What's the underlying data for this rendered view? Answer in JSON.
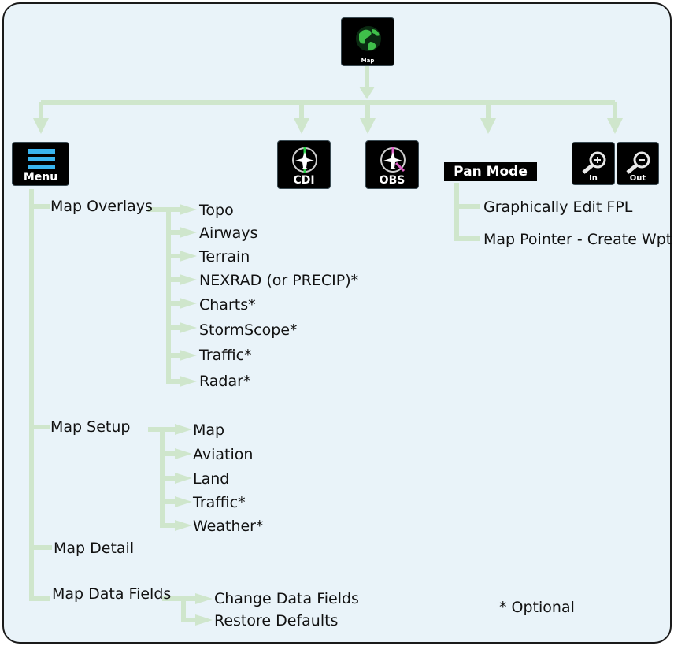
{
  "root": {
    "label": "Map"
  },
  "menu": {
    "label": "Menu"
  },
  "top_buttons": {
    "cdi": "CDI",
    "obs": "OBS",
    "pan_mode": "Pan Mode",
    "zoom_in": "In",
    "zoom_out": "Out"
  },
  "pan_items": [
    "Graphically Edit FPL",
    "Map Pointer - Create Wpt"
  ],
  "menu_items": {
    "map_overlays": "Map Overlays",
    "map_setup": "Map Setup",
    "map_detail": "Map Detail",
    "map_data_fields": "Map Data Fields"
  },
  "overlays": [
    "Topo",
    "Airways",
    "Terrain",
    "NEXRAD (or PRECIP)*",
    "Charts*",
    "StormScope*",
    "Traffic*",
    "Radar*"
  ],
  "setup": [
    "Map",
    "Aviation",
    "Land",
    "Traffic*",
    "Weather*"
  ],
  "data_fields": [
    "Change Data Fields",
    "Restore Defaults"
  ],
  "footnote": "* Optional",
  "colors": {
    "connector": "#cfe6cc",
    "frame_bg": "#e9f3f9",
    "button_bg": "#000000"
  }
}
